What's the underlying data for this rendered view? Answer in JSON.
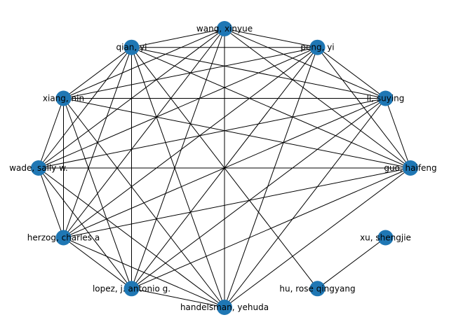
{
  "graph": {
    "node_color": "#1f77b4",
    "edge_color": "#000000",
    "nodes": [
      {
        "id": "wang",
        "label": "wang, xinyue"
      },
      {
        "id": "peng",
        "label": "peng, yi"
      },
      {
        "id": "li",
        "label": "li, suying"
      },
      {
        "id": "guo",
        "label": "guo, haifeng"
      },
      {
        "id": "xu",
        "label": "xu, shengjie"
      },
      {
        "id": "hu",
        "label": "hu, rose qingyang"
      },
      {
        "id": "handelsman",
        "label": "handelsman, yehuda"
      },
      {
        "id": "lopez",
        "label": "lopez, j. antonio g."
      },
      {
        "id": "herzog",
        "label": "herzog, charles a"
      },
      {
        "id": "wade",
        "label": "wade, sally w."
      },
      {
        "id": "xiang",
        "label": "xiang, nin"
      },
      {
        "id": "qian",
        "label": "qian, yi"
      }
    ],
    "edges": [
      [
        "wang",
        "peng"
      ],
      [
        "wang",
        "li"
      ],
      [
        "wang",
        "guo"
      ],
      [
        "wang",
        "handelsman"
      ],
      [
        "wang",
        "lopez"
      ],
      [
        "wang",
        "herzog"
      ],
      [
        "wang",
        "wade"
      ],
      [
        "wang",
        "xiang"
      ],
      [
        "wang",
        "qian"
      ],
      [
        "peng",
        "li"
      ],
      [
        "peng",
        "guo"
      ],
      [
        "peng",
        "handelsman"
      ],
      [
        "peng",
        "lopez"
      ],
      [
        "peng",
        "herzog"
      ],
      [
        "peng",
        "wade"
      ],
      [
        "peng",
        "xiang"
      ],
      [
        "peng",
        "qian"
      ],
      [
        "li",
        "guo"
      ],
      [
        "li",
        "handelsman"
      ],
      [
        "li",
        "lopez"
      ],
      [
        "li",
        "herzog"
      ],
      [
        "li",
        "wade"
      ],
      [
        "li",
        "xiang"
      ],
      [
        "li",
        "qian"
      ],
      [
        "guo",
        "handelsman"
      ],
      [
        "guo",
        "lopez"
      ],
      [
        "guo",
        "herzog"
      ],
      [
        "guo",
        "wade"
      ],
      [
        "guo",
        "xiang"
      ],
      [
        "guo",
        "qian"
      ],
      [
        "hu",
        "xu"
      ],
      [
        "hu",
        "qian"
      ],
      [
        "handelsman",
        "lopez"
      ],
      [
        "handelsman",
        "herzog"
      ],
      [
        "handelsman",
        "wade"
      ],
      [
        "handelsman",
        "xiang"
      ],
      [
        "handelsman",
        "qian"
      ],
      [
        "lopez",
        "herzog"
      ],
      [
        "lopez",
        "wade"
      ],
      [
        "lopez",
        "xiang"
      ],
      [
        "lopez",
        "qian"
      ],
      [
        "herzog",
        "wade"
      ],
      [
        "herzog",
        "xiang"
      ],
      [
        "herzog",
        "qian"
      ],
      [
        "wade",
        "xiang"
      ],
      [
        "wade",
        "qian"
      ],
      [
        "xiang",
        "qian"
      ]
    ]
  }
}
